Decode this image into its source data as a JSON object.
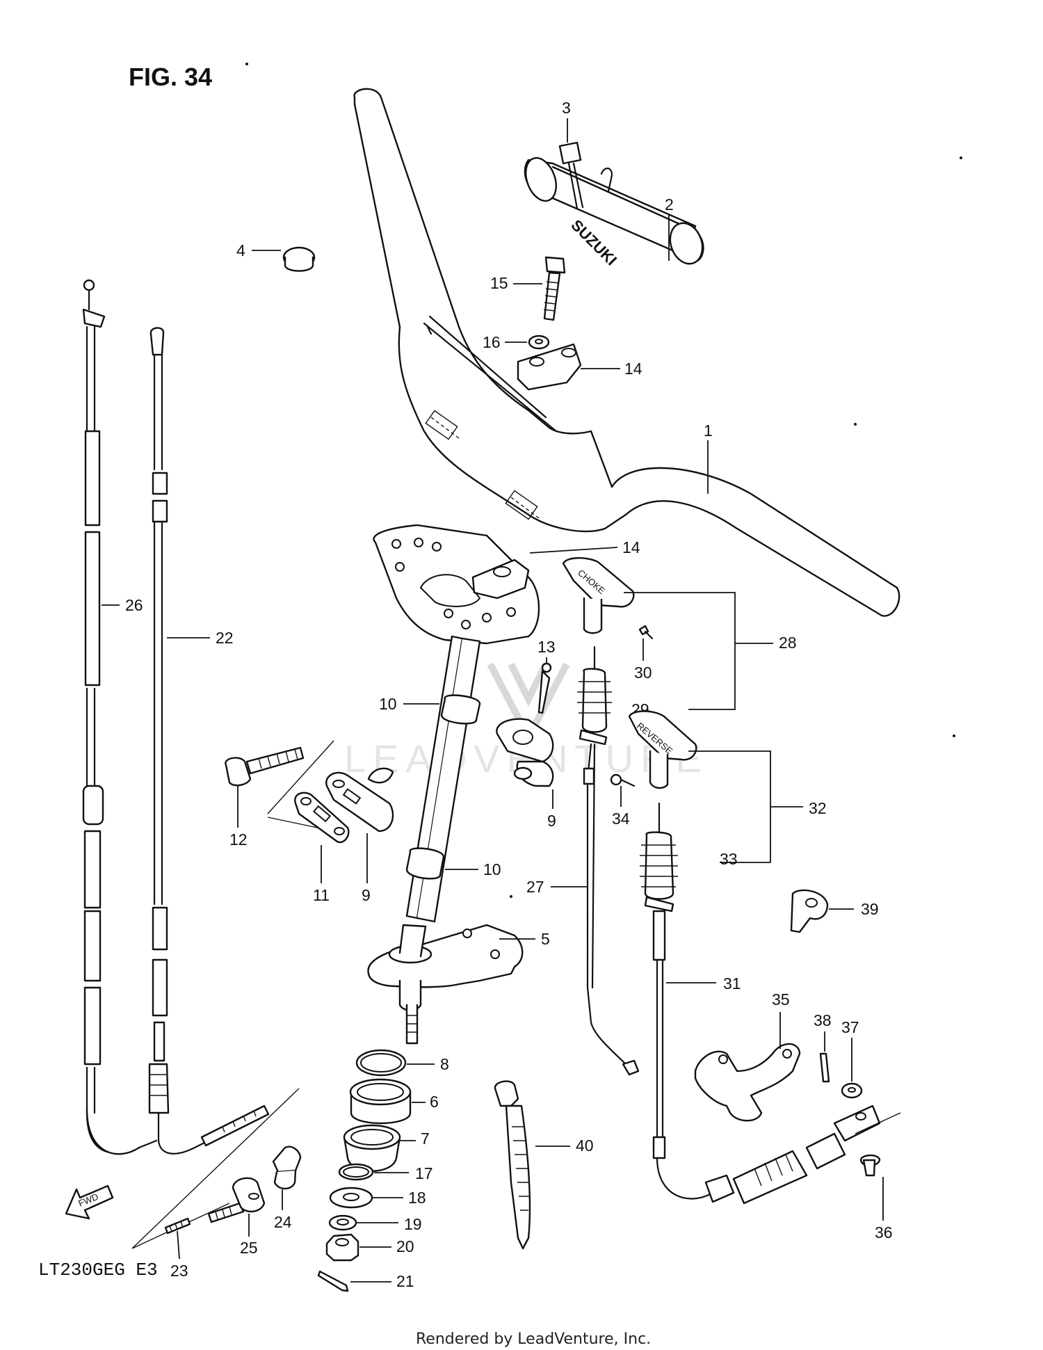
{
  "figure": {
    "title": "FIG. 34",
    "model_code": "LT230GEG  E3",
    "footer": "Rendered by LeadVenture, Inc.",
    "watermark": "LEADVENTURE",
    "fwd_label": "FWD",
    "pad_brand": "SUZUKI",
    "choke_label": "CHOKE",
    "reverse_label": "REVERSE"
  },
  "callouts": {
    "n1": "1",
    "n2": "2",
    "n3": "3",
    "n4": "4",
    "n5": "5",
    "n6": "6",
    "n7": "7",
    "n8": "8",
    "n9a": "9",
    "n9b": "9",
    "n10a": "10",
    "n10b": "10",
    "n11": "11",
    "n12": "12",
    "n13": "13",
    "n14a": "14",
    "n14b": "14",
    "n15": "15",
    "n16": "16",
    "n17": "17",
    "n18": "18",
    "n19": "19",
    "n20": "20",
    "n21": "21",
    "n22": "22",
    "n23": "23",
    "n24": "24",
    "n25": "25",
    "n26": "26",
    "n27": "27",
    "n28": "28",
    "n29": "29",
    "n30": "30",
    "n31": "31",
    "n32": "32",
    "n33": "33",
    "n34": "34",
    "n35": "35",
    "n36": "36",
    "n37": "37",
    "n38": "38",
    "n39": "39",
    "n40": "40"
  }
}
